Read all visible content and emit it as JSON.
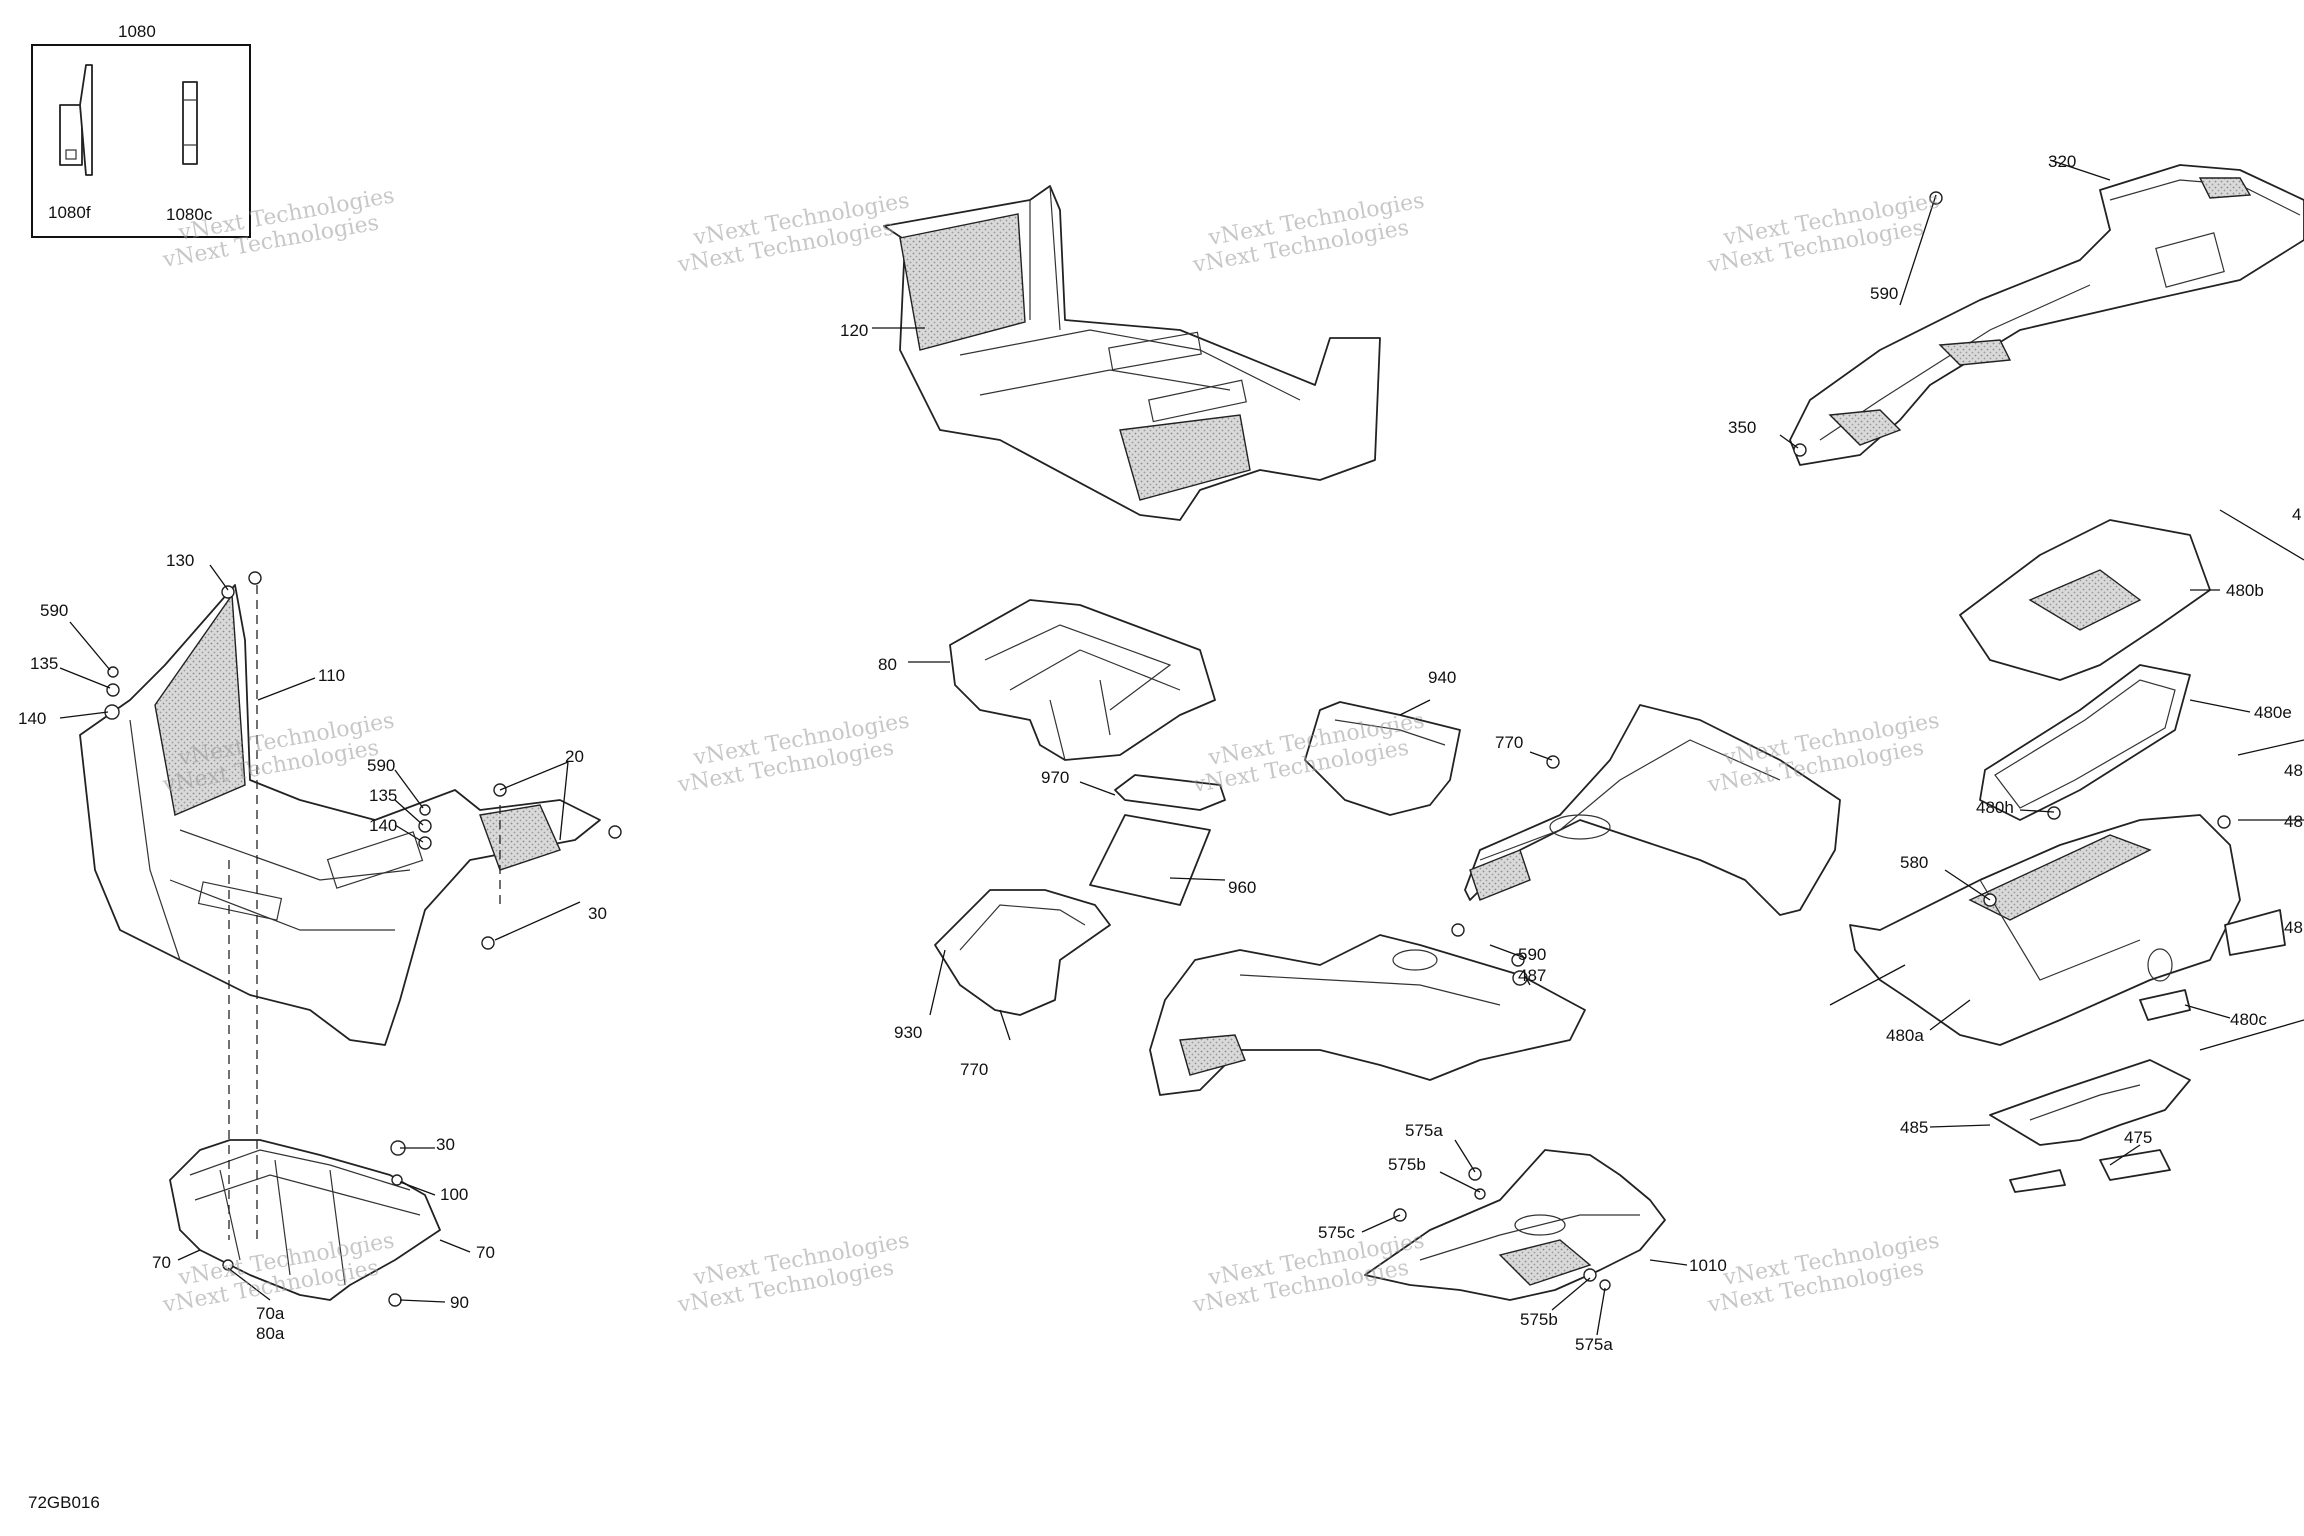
{
  "watermark": [
    "vNext Technologies",
    "vNext Technologies"
  ],
  "diagram_code": "72GB016",
  "kit": {
    "title": "1080",
    "items": [
      "1080f",
      "1080c"
    ]
  },
  "callouts": [
    "1080",
    "1080f",
    "1080c",
    "120",
    "320",
    "590",
    "350",
    "4",
    "130",
    "590",
    "135",
    "140",
    "110",
    "20",
    "590",
    "135",
    "140",
    "30",
    "80",
    "940",
    "770",
    "970",
    "960",
    "930",
    "770",
    "590",
    "487",
    "480b",
    "480e",
    "48",
    "480h",
    "48",
    "580",
    "480a",
    "48",
    "480c",
    "485",
    "475",
    "575a",
    "575b",
    "575c",
    "1010",
    "575b",
    "575a",
    "30",
    "100",
    "70",
    "70",
    "70a",
    "80a",
    "90"
  ]
}
